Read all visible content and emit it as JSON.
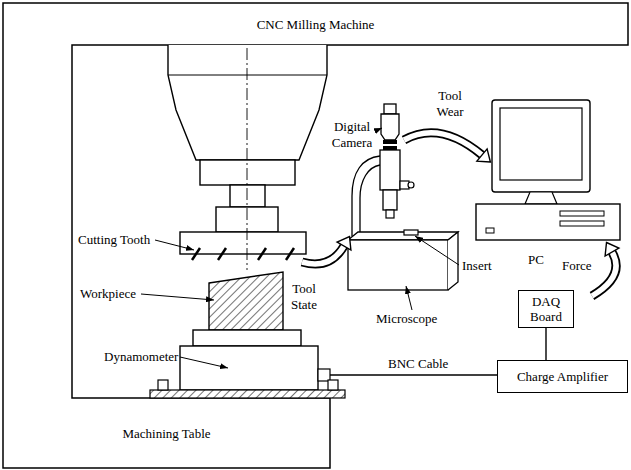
{
  "diagram": {
    "nodes": [
      {
        "text": [
          "CNC Milling Machine"
        ]
      },
      {
        "text": [
          "DAQ Board"
        ]
      },
      {
        "text": [
          "Charge Amplifier"
        ]
      },
      {
        "text": [
          "Machining Table"
        ]
      }
    ],
    "edges": [
      {
        "from": 2,
        "to": 1,
        "arrow": "none"
      }
    ],
    "labels": [
      "Digital Camera",
      "Tool Wear",
      "Cutting Tooth",
      "Insert",
      "PC",
      "Force",
      "Workpiece",
      "Tool State",
      "Microscope",
      "Dynamometer",
      "BNC Cable"
    ]
  }
}
